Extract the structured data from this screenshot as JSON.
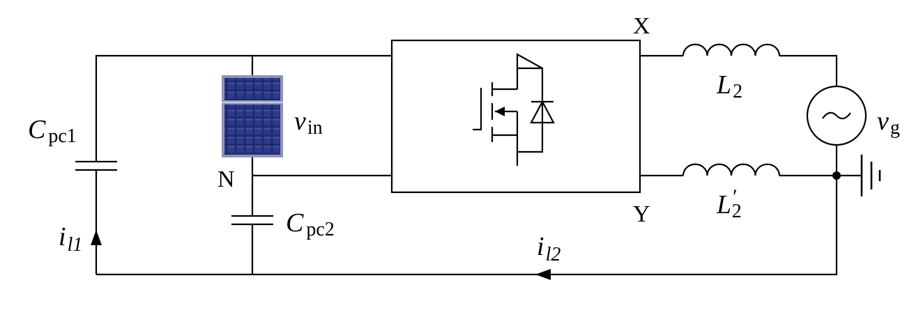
{
  "labels": {
    "node_x": "X",
    "node_y": "Y",
    "node_n": "N",
    "cap1": {
      "sym": "C",
      "sub": "pc1"
    },
    "cap2": {
      "sym": "C",
      "sub": "pc2"
    },
    "pv": {
      "sym": "v",
      "sub": "in"
    },
    "ind_top": {
      "sym": "L",
      "sub": "2"
    },
    "ind_bot": {
      "sym": "L",
      "prime": "′",
      "sub": "2"
    },
    "source": {
      "sym": "v",
      "sub": "g"
    },
    "current1": {
      "sym": "i",
      "sub": "l1"
    },
    "current2": {
      "sym": "i",
      "sub": "l2"
    }
  },
  "icons": {
    "pv_panel": "solar-panel-icon",
    "switch": "mosfet-icon",
    "source": "ac-source-icon",
    "ground": "ground-icon"
  },
  "colors": {
    "wire": "#000000",
    "pv_cell": "#1e2a6e",
    "pv_frame": "#8c93b8"
  }
}
